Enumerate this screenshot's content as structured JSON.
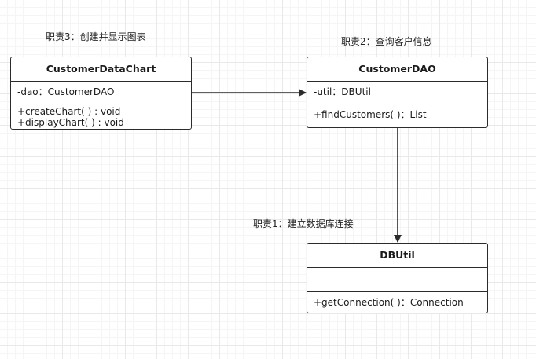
{
  "notes": {
    "responsibility_chart": "职责3：创建并显示图表",
    "responsibility_dao": "职责2：查询客户信息",
    "responsibility_util": "职责1：建立数据库连接"
  },
  "classes": {
    "chart": {
      "name": "CustomerDataChart",
      "attributes": [
        "-dao：CustomerDAO"
      ],
      "methods": [
        "+createChart( ) : void",
        "+displayChart( ) : void"
      ]
    },
    "dao": {
      "name": "CustomerDAO",
      "attributes": [
        "-util：DBUtil"
      ],
      "methods": [
        "+findCustomers( )：List"
      ]
    },
    "util": {
      "name": "DBUtil",
      "attributes": [],
      "methods": [
        "+getConnection( )：Connection"
      ]
    }
  },
  "relations": [
    {
      "from": "CustomerDataChart",
      "to": "CustomerDAO",
      "type": "association"
    },
    {
      "from": "CustomerDAO",
      "to": "DBUtil",
      "type": "association"
    }
  ]
}
